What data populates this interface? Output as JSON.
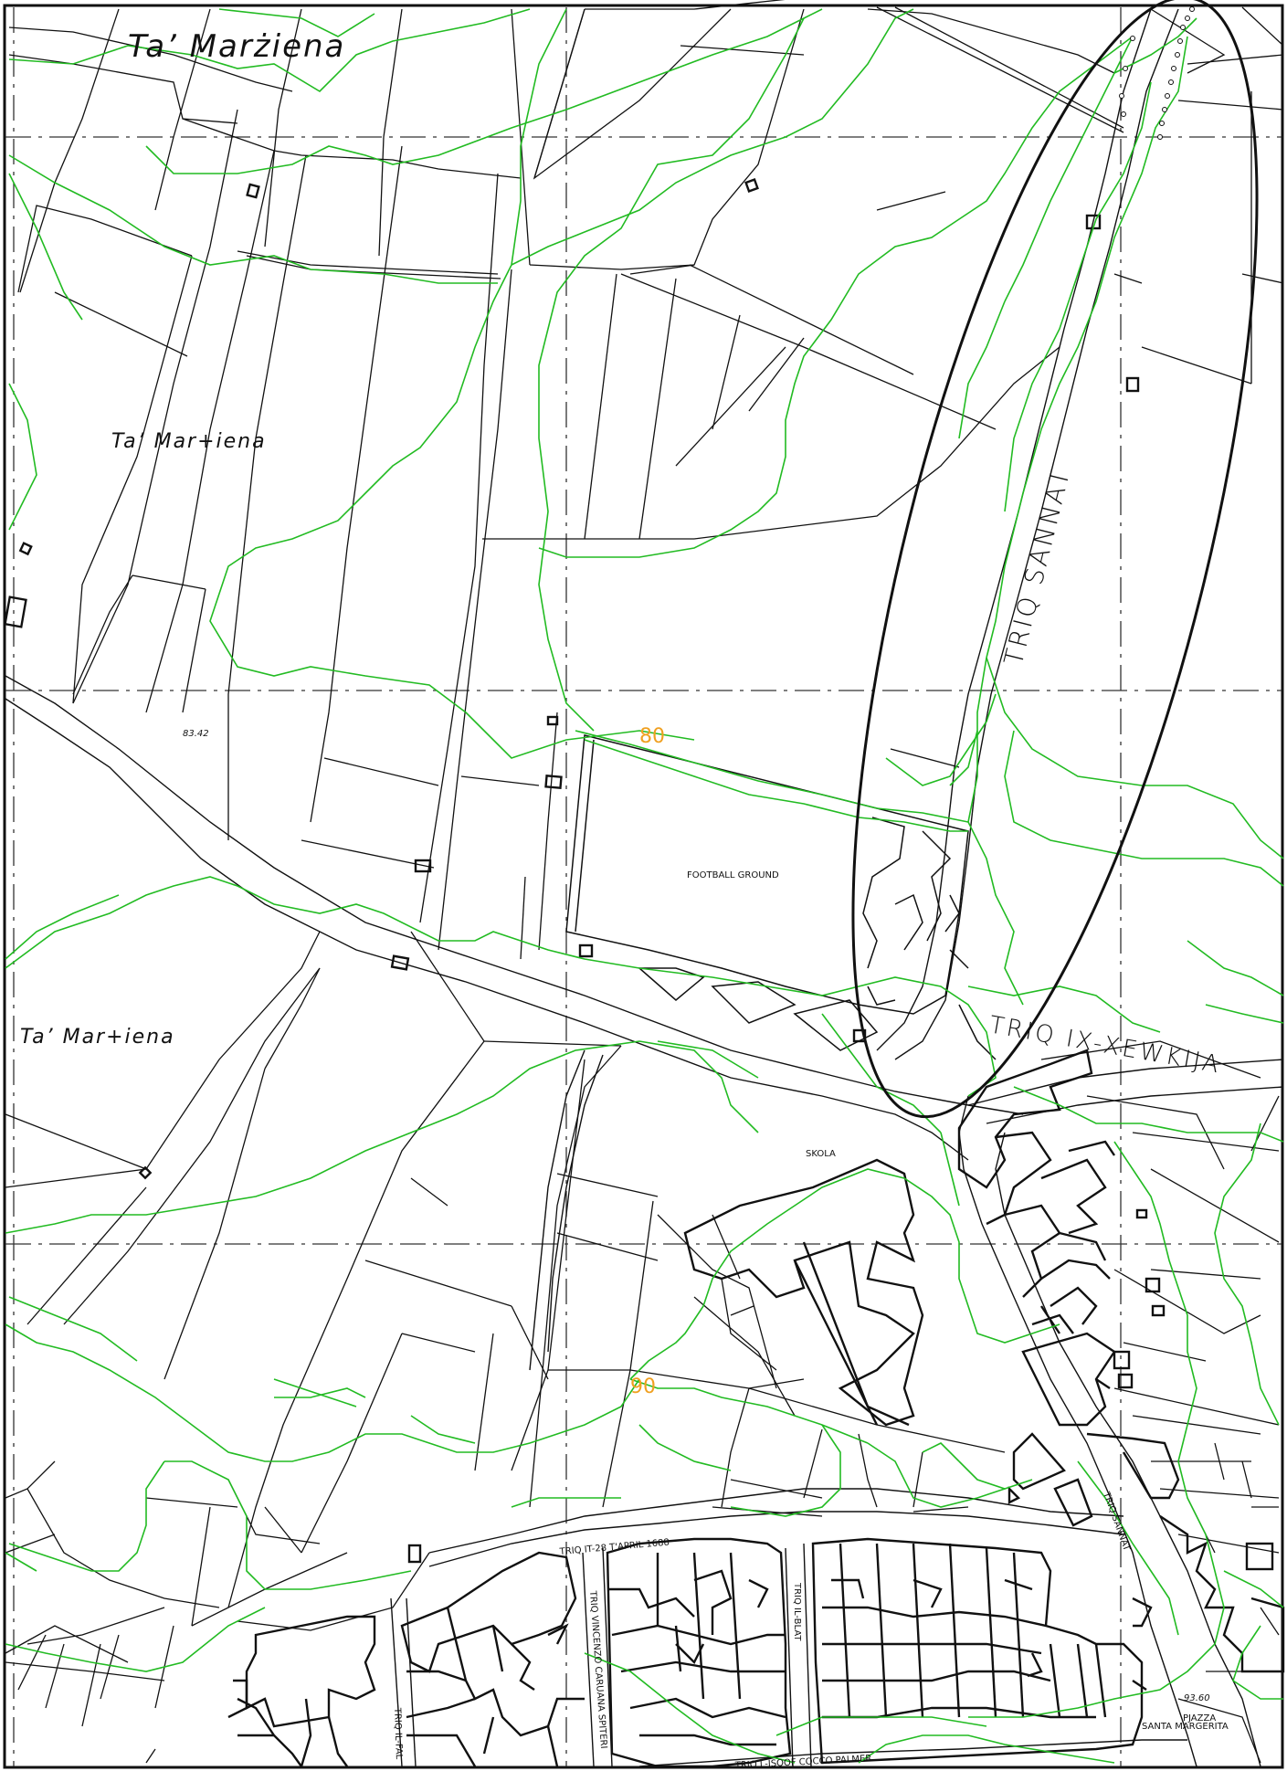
{
  "colors": {
    "background": "#ffffff",
    "lines": "#111111",
    "contours": "#22bb22",
    "contour_labels": "#f0a020",
    "grid": "#333333"
  },
  "place_names": {
    "ta_marziena": "Ta’ Marżiena",
    "ta_martiena_1": "Ta’ Mar+iena",
    "ta_martiena_2": "Ta’ Mar+iena"
  },
  "streets": {
    "triq_sannat_upper": "TRIQ SANNAT",
    "triq_ix_xewkija": "TRIQ IX-XEWKIJA",
    "triq_sannat_lower": "TRIQ SANNAT",
    "triq_it_28_april": "TRIQ IT-28 T'APRIL 1688",
    "triq_vincenzo": "TRIQ VINCENZO CARUANA SPITERI",
    "triq_il_blat": "TRIQ IL-BLAT",
    "triq_il_fal": "TRIQ IL-FAL",
    "triq_l_isqof": "TRIQ L-ISQOF COCCO PALMER",
    "pjazza": "PJAZZA",
    "santa_margerita": "SANTA MARGERITA"
  },
  "labels": {
    "football_ground": "FOOTBALL GROUND",
    "skola": "SKOLA"
  },
  "spot_heights": {
    "h1": "83.42",
    "h2": "93.60"
  },
  "contours": {
    "label_80": "80",
    "label_90": "90"
  }
}
